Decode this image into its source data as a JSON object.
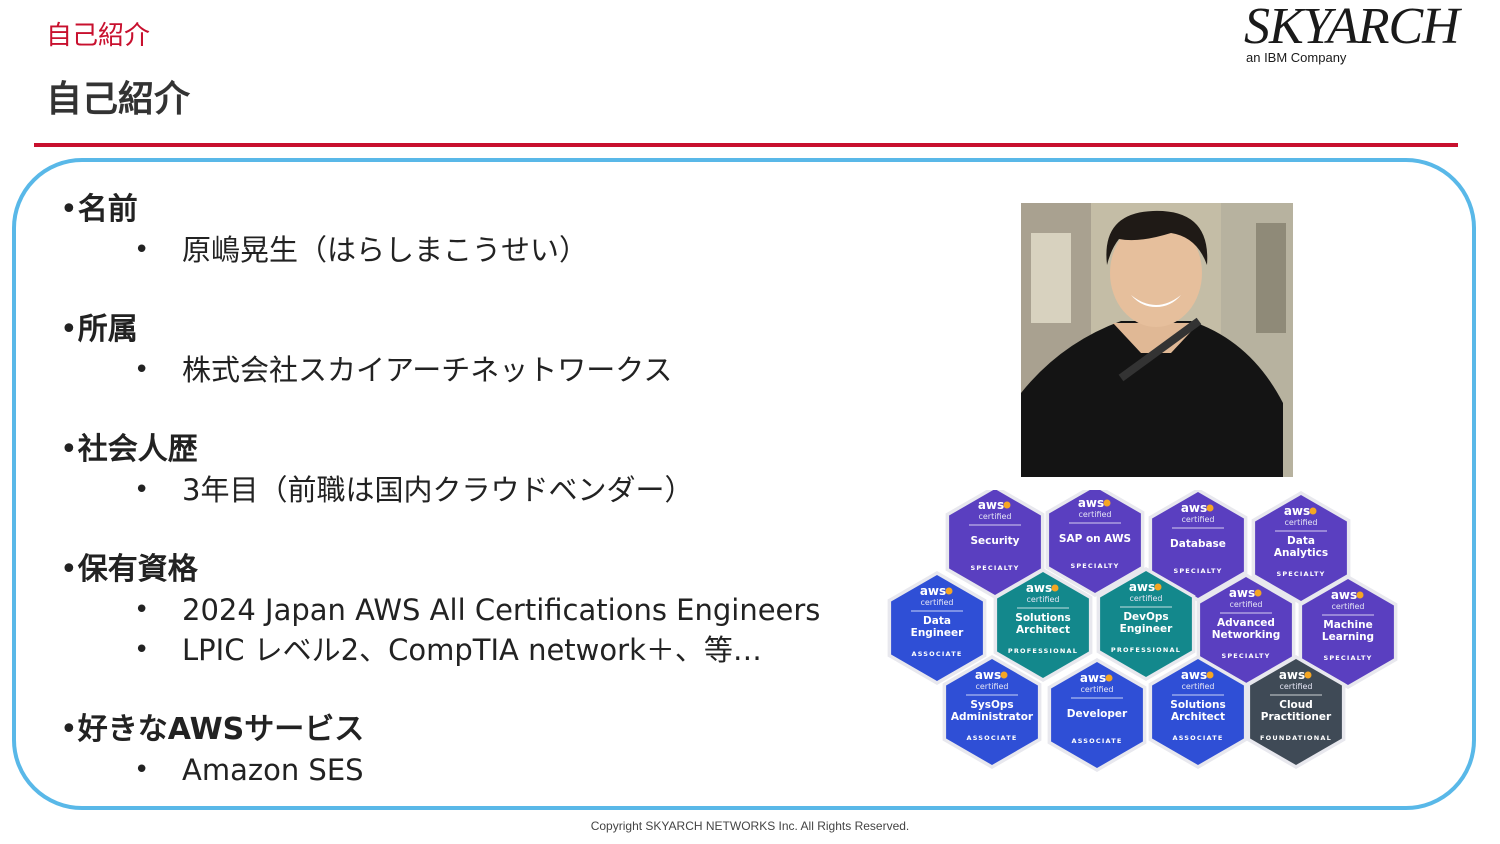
{
  "header": {
    "breadcrumb": "自己紹介",
    "title": "自己紹介"
  },
  "logo": {
    "wordmark": "SKYARCH",
    "tagline": "an IBM Company"
  },
  "sections": [
    {
      "label": "名前",
      "items": [
        "原嶋晃生（はらしまこうせい）"
      ]
    },
    {
      "label": "所属",
      "items": [
        "株式会社スカイアーチネットワークス"
      ]
    },
    {
      "label": "社会人歴",
      "items": [
        "3年目（前職は国内クラウドベンダー）"
      ]
    },
    {
      "label": "保有資格",
      "items": [
        "2024 Japan AWS All Certifications Engineers",
        "LPIC レベル2、CompTIA network＋、等…"
      ]
    },
    {
      "label": "好きなAWSサービス",
      "items": [
        "Amazon SES"
      ]
    }
  ],
  "bullet_glyph": "•",
  "certifications": [
    {
      "brand": "aws",
      "sub": "certified",
      "name": [
        "Security"
      ],
      "level": "SPECIALTY",
      "color": "#5a3fc0"
    },
    {
      "brand": "aws",
      "sub": "certified",
      "name": [
        "SAP on AWS"
      ],
      "level": "SPECIALTY",
      "color": "#5a3fc0"
    },
    {
      "brand": "aws",
      "sub": "certified",
      "name": [
        "Database"
      ],
      "level": "SPECIALTY",
      "color": "#5a3fc0"
    },
    {
      "brand": "aws",
      "sub": "certified",
      "name": [
        "Data",
        "Analytics"
      ],
      "level": "SPECIALTY",
      "color": "#5a3fc0"
    },
    {
      "brand": "aws",
      "sub": "certified",
      "name": [
        "Data",
        "Engineer"
      ],
      "level": "ASSOCIATE",
      "color": "#2f4fd6"
    },
    {
      "brand": "aws",
      "sub": "certified",
      "name": [
        "Solutions",
        "Architect"
      ],
      "level": "PROFESSIONAL",
      "color": "#13888c"
    },
    {
      "brand": "aws",
      "sub": "certified",
      "name": [
        "DevOps",
        "Engineer"
      ],
      "level": "PROFESSIONAL",
      "color": "#13888c"
    },
    {
      "brand": "aws",
      "sub": "certified",
      "name": [
        "Advanced",
        "Networking"
      ],
      "level": "SPECIALTY",
      "color": "#5a3fc0"
    },
    {
      "brand": "aws",
      "sub": "certified",
      "name": [
        "Machine",
        "Learning"
      ],
      "level": "SPECIALTY",
      "color": "#5a3fc0"
    },
    {
      "brand": "aws",
      "sub": "certified",
      "name": [
        "SysOps",
        "Administrator"
      ],
      "level": "ASSOCIATE",
      "color": "#2f4fd6"
    },
    {
      "brand": "aws",
      "sub": "certified",
      "name": [
        "Developer"
      ],
      "level": "ASSOCIATE",
      "color": "#2f4fd6"
    },
    {
      "brand": "aws",
      "sub": "certified",
      "name": [
        "Solutions",
        "Architect"
      ],
      "level": "ASSOCIATE",
      "color": "#2f4fd6"
    },
    {
      "brand": "aws",
      "sub": "certified",
      "name": [
        "Cloud",
        "Practitioner"
      ],
      "level": "FOUNDATIONAL",
      "color": "#3f4a56"
    }
  ],
  "footer": "Copyright SKYARCH NETWORKS Inc. All Rights Reserved.",
  "colors": {
    "accent_red": "#c8102e",
    "frame_blue": "#59b8e8",
    "text": "#222222"
  }
}
